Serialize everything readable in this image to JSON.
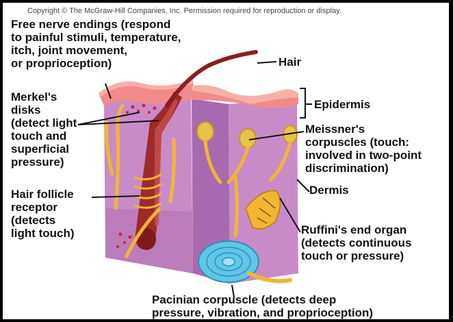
{
  "copyright": "Copyright © The McGraw-Hill Companies, Inc. Permission required for reproduction or display.",
  "labels": {
    "free_nerve_endings": "Free nerve endings (respond\nto painful stimuli, temperature,\nitch, joint movement,\nor proprioception)",
    "hair": "Hair",
    "epidermis": "Epidermis",
    "merkels_disks": "Merkel's\ndisks\n(detect light\ntouch and\nsuperficial\npressure)",
    "meissners_corpuscles": "Meissner's\ncorpuscles (touch:\ninvolved in two-point\ndiscrimination)",
    "dermis": "Dermis",
    "hair_follicle_receptor": "Hair follicle\nreceptor\n(detects\nlight touch)",
    "ruffinis_end_organ": "Ruffini's end organ\n(detects continuous\ntouch or pressure)",
    "pacinian_corpuscle": "Pacinian corpuscle (detects deep\npressure, vibration, and proprioception)"
  },
  "colors": {
    "epidermis": "#f08b8b",
    "dermis": "#c98bc8",
    "dermis_side": "#a869b0",
    "nerve": "#f2b632",
    "hair": "#8a1f1f",
    "pacinian": "#5fc6e8",
    "leader": "#111111"
  }
}
